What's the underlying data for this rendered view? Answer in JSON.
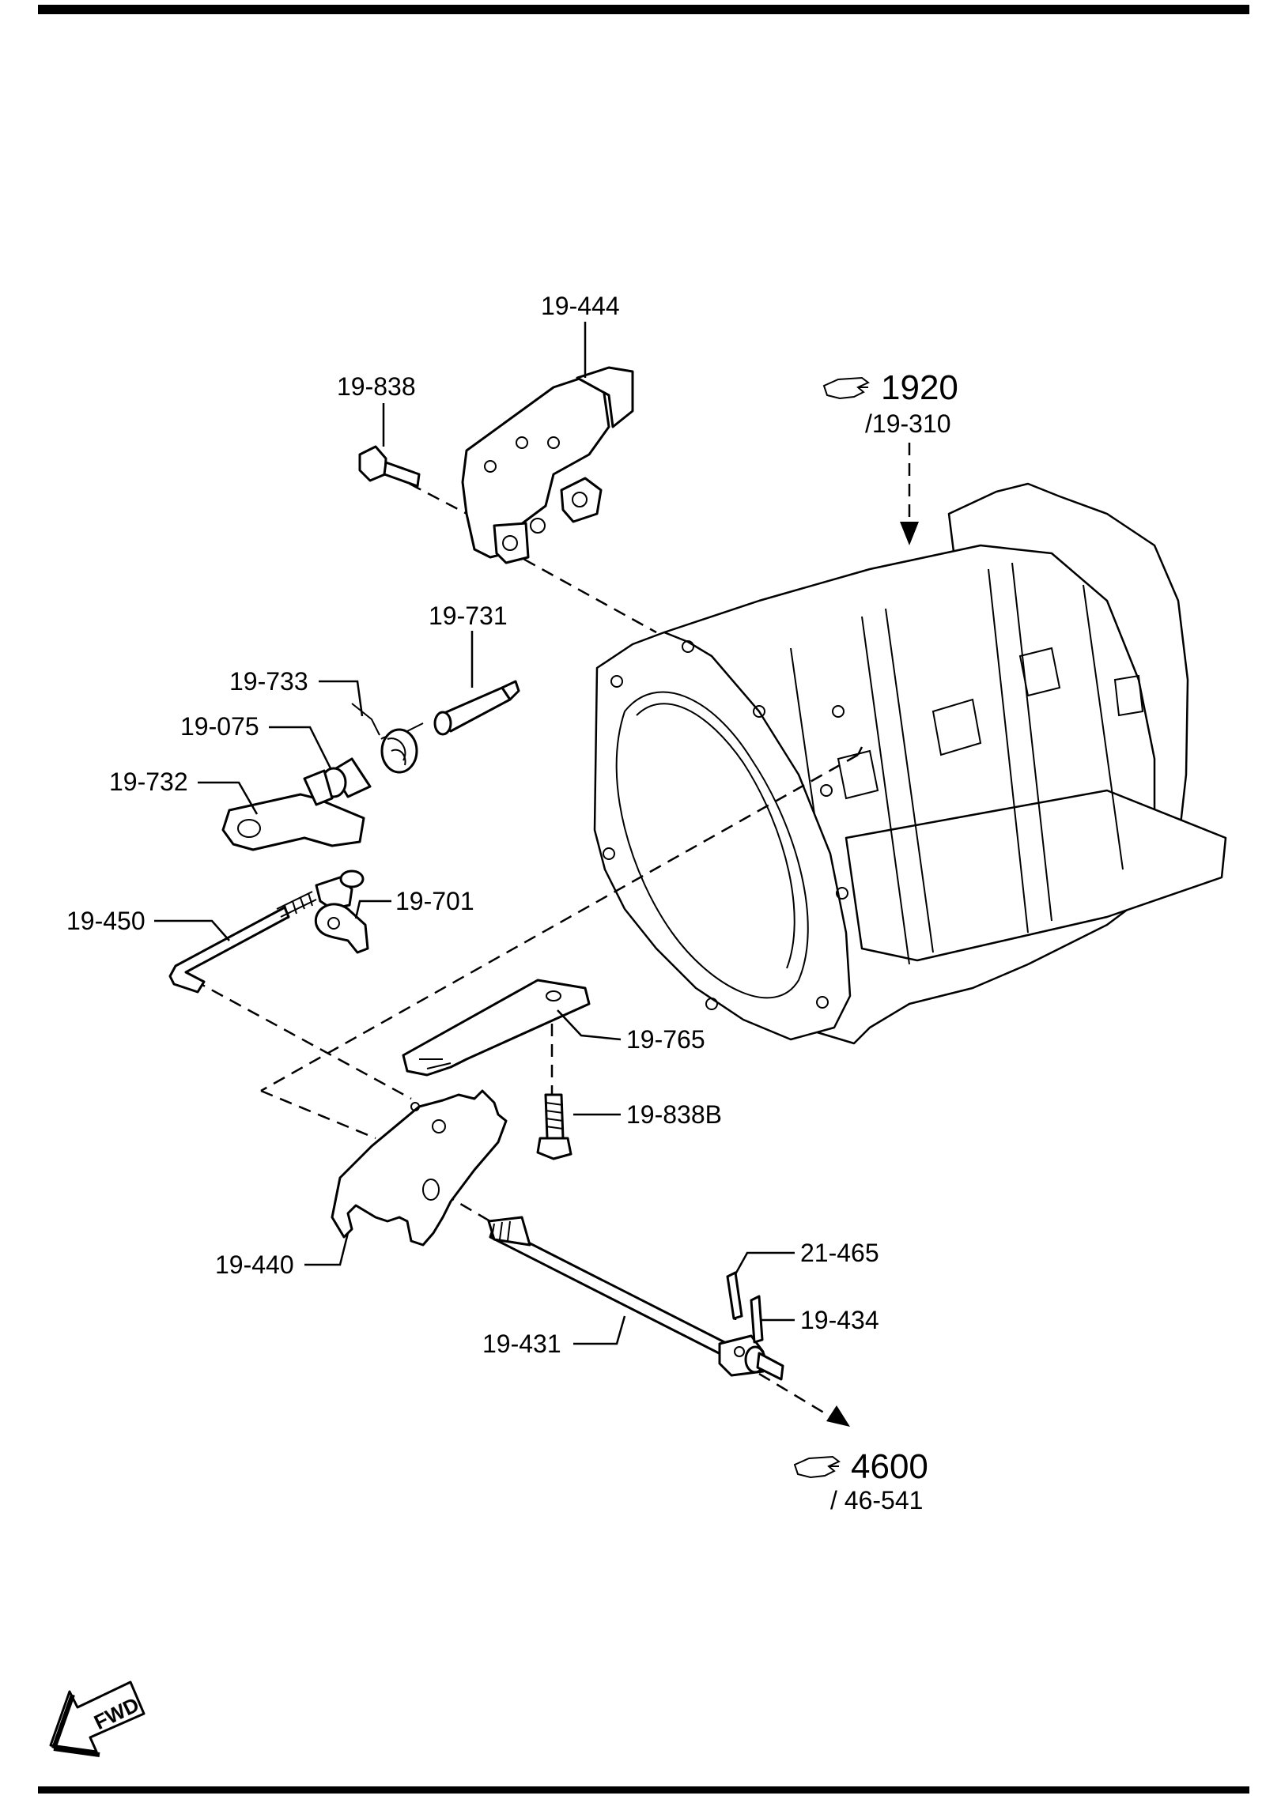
{
  "diagram": {
    "callouts": [
      {
        "key": "p19_444",
        "text": "19-444"
      },
      {
        "key": "p19_838",
        "text": "19-838"
      },
      {
        "key": "p19_731",
        "text": "19-731"
      },
      {
        "key": "p19_733",
        "text": "19-733"
      },
      {
        "key": "p19_075",
        "text": "19-075"
      },
      {
        "key": "p19_732",
        "text": "19-732"
      },
      {
        "key": "p19_450",
        "text": "19-450"
      },
      {
        "key": "p19_701",
        "text": "19-701"
      },
      {
        "key": "p19_765",
        "text": "19-765"
      },
      {
        "key": "p19_838B",
        "text": "19-838B"
      },
      {
        "key": "p19_440",
        "text": "19-440"
      },
      {
        "key": "p21_465",
        "text": "21-465"
      },
      {
        "key": "p19_434",
        "text": "19-434"
      },
      {
        "key": "p19_431",
        "text": "19-431"
      }
    ],
    "references": [
      {
        "key": "ref_1920",
        "number": "1920",
        "sub": "/19-310",
        "icon": "pointing-hand-icon"
      },
      {
        "key": "ref_4600",
        "number": "4600",
        "sub": "/ 46-541",
        "icon": "pointing-hand-icon"
      }
    ],
    "direction_marker": {
      "text": "FWD",
      "icon": "forward-arrow-icon"
    }
  }
}
